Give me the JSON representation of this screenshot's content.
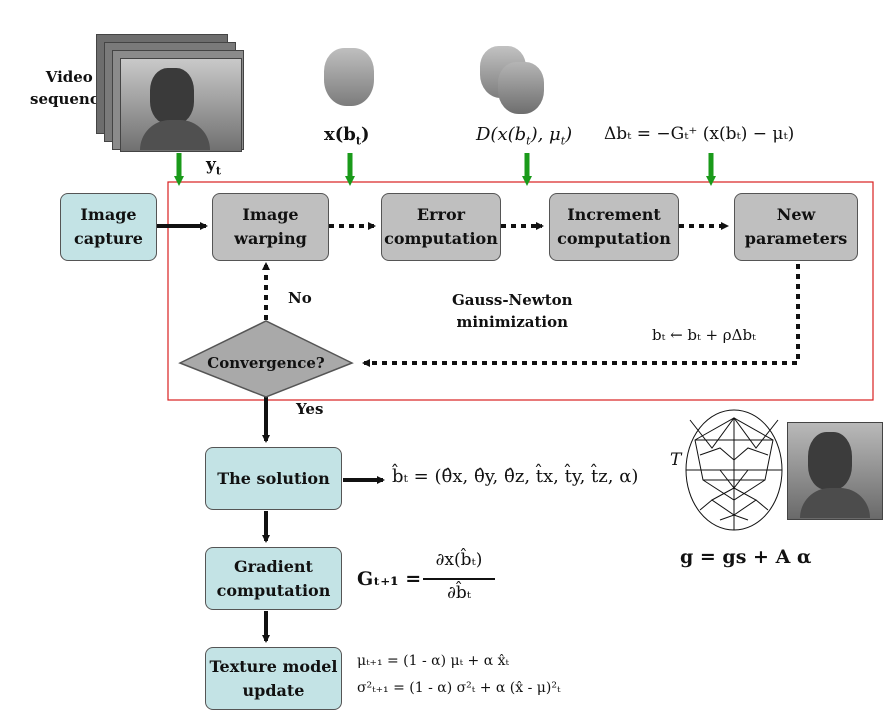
{
  "inputs": {
    "video_label": "Video\nsequence",
    "y_t": "y",
    "y_t_sub": "t",
    "x_bt": "x(b",
    "x_bt_sub": "t",
    "x_bt_end": ")",
    "d_expr": "D(x(b",
    "d_expr_sub": "t",
    "d_expr_mid": "), μ",
    "d_expr_sub2": "t",
    "d_expr_end": ")",
    "delta_expr": "Δbₜ = −Gₜ⁺ (x(bₜ) − μₜ)"
  },
  "boxes": {
    "image_capture": "Image\ncapture",
    "image_warping": "Image\nwarping",
    "error_computation": "Error\ncomputation",
    "increment_computation": "Increment\ncomputation",
    "new_parameters": "New\nparameters",
    "convergence": "Convergence?",
    "solution": "The solution",
    "gradient": "Gradient\ncomputation",
    "texture": "Texture model\nupdate"
  },
  "labels": {
    "no": "No",
    "yes": "Yes",
    "gauss_newton": "Gauss-Newton\nminimization",
    "update_rule": "bₜ ← bₜ + ρΔbₜ"
  },
  "equations": {
    "solution_vec": "b̂ₜ = (θ̂x, θ̂y, θ̂z, t̂x, t̂y, t̂z, α)",
    "solution_T": "T",
    "gradient_lhs": "Gₜ₊₁ =",
    "gradient_num": "∂x(b̂ₜ)",
    "gradient_den": "∂b̂ₜ",
    "mu_update": "μₜ₊₁ = (1 - α) μₜ + α x̂ₜ",
    "sigma_update": "σ²ₜ₊₁ = (1 - α) σ²ₜ + α (x̂ - μ)²ₜ",
    "g_model": "g = gs + A α"
  },
  "colors": {
    "teal_box": "#c3e3e5",
    "gray_box": "#bfbfbf",
    "green_arrow": "#1a9a1a",
    "red_frame": "#d92020"
  }
}
